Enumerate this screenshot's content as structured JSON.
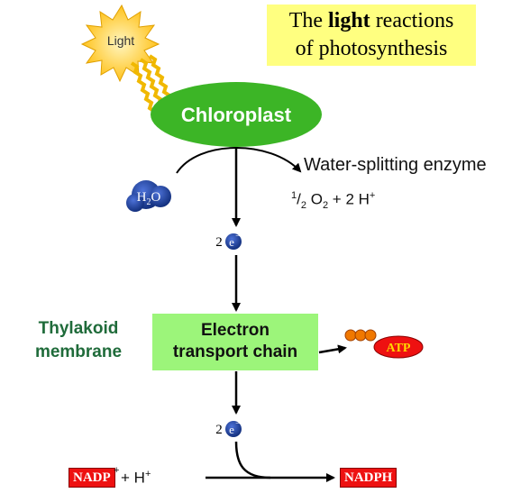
{
  "title": {
    "prefix": "The ",
    "bold": "light",
    "suffix": " reactions",
    "line2": "of photosynthesis"
  },
  "light_label": "Light",
  "chloroplast_label": "Chloroplast",
  "water_label": "H",
  "water_sub": "2",
  "water_suffix": "O",
  "enzyme_label": "Water-splitting enzyme",
  "oxygen": {
    "frac_num": "1",
    "frac_den": "2",
    "o": "O",
    "o_sub": "2",
    "rest": " + 2 H",
    "h_sup": "+"
  },
  "electron_top": {
    "count": "2",
    "symbol": "e",
    "charge": "−"
  },
  "electron_bottom": {
    "count": "2",
    "symbol": "e",
    "charge": "−"
  },
  "thylakoid": {
    "line1": "Thylakoid",
    "line2": "membrane"
  },
  "etc": {
    "line1": "Electron",
    "line2": "transport chain"
  },
  "atp_label": "ATP",
  "nadp": {
    "label": "NADP",
    "sup": "+",
    "plus": "+  H",
    "h_sup": "+"
  },
  "nadph_label": "NADPH",
  "colors": {
    "chloroplast": "#3cb526",
    "title_bg": "#ffff80",
    "etc_bg": "#9cf57a",
    "thylakoid_text": "#1f6b3a",
    "molecule_blue": "#1f3f9a",
    "atp_red": "#ee1111",
    "phosphate_orange": "#f07800",
    "sun": "#ffd84a"
  }
}
